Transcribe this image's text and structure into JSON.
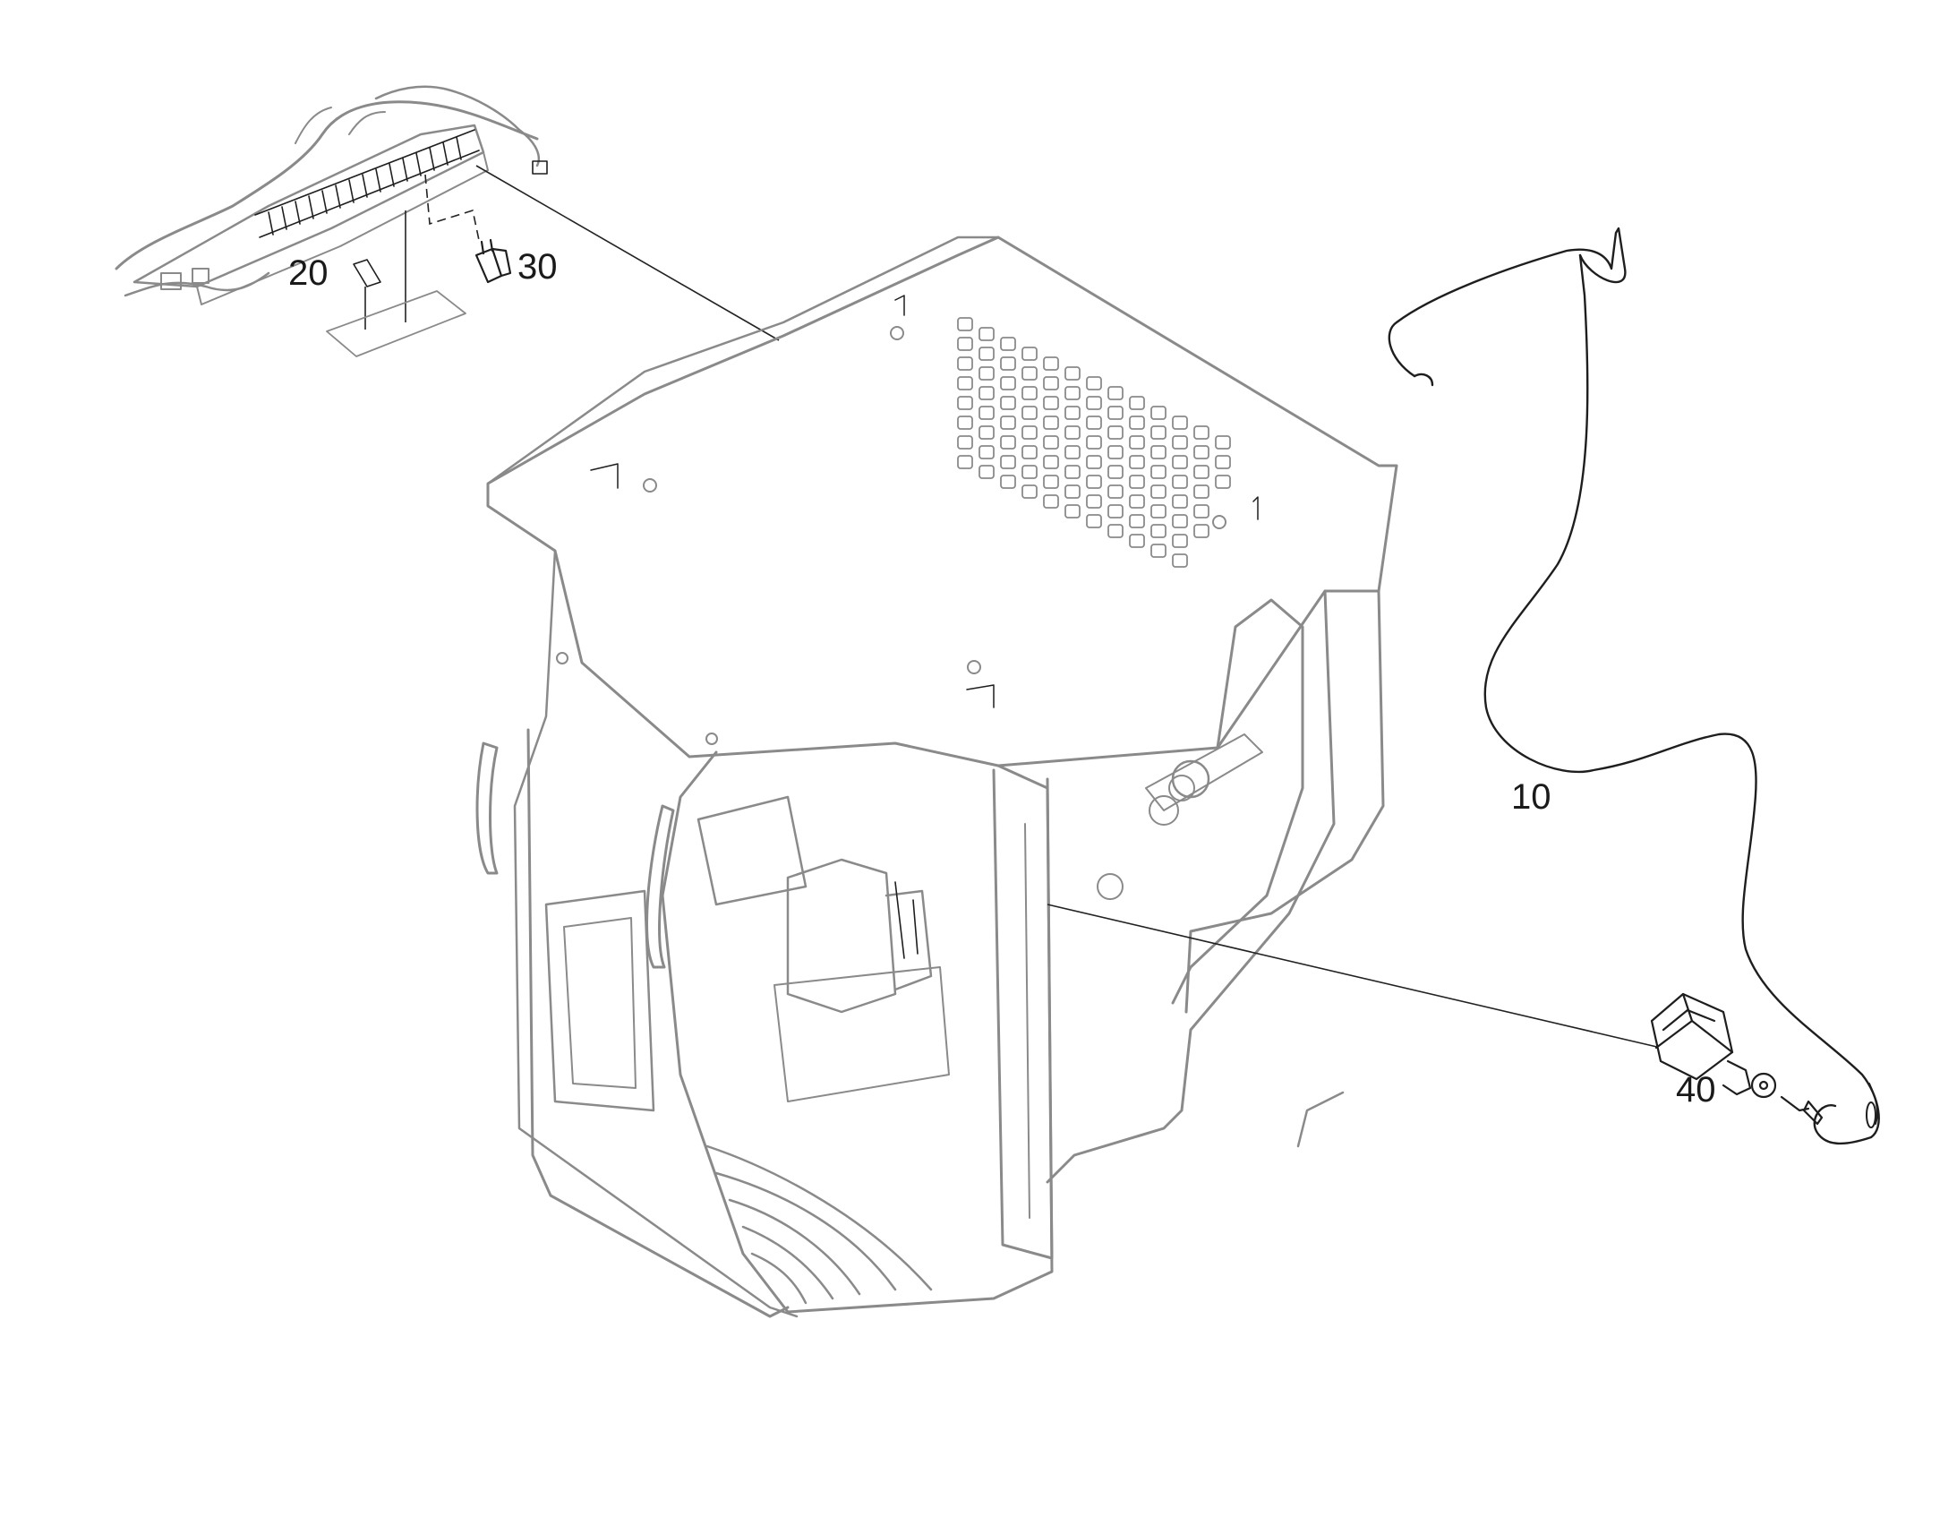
{
  "callouts": {
    "c10": "10",
    "c20": "20",
    "c30": "30",
    "c40": "40"
  },
  "parts": [
    {
      "callout": "10",
      "icon": "cable-harness-icon"
    },
    {
      "callout": "20",
      "icon": "label-sticker-icon"
    },
    {
      "callout": "30",
      "icon": "relay-icon"
    },
    {
      "callout": "40",
      "icon": "key-switch-icon"
    }
  ]
}
